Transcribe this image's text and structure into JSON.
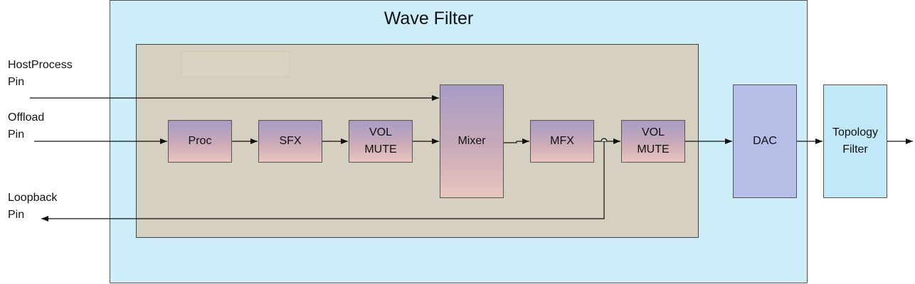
{
  "wave_filter": {
    "title": "Wave Filter"
  },
  "pins": {
    "host_process": [
      "HostProcess",
      "Pin"
    ],
    "offload": [
      "Offload",
      "Pin"
    ],
    "loopback": [
      "Loopback",
      "Pin"
    ]
  },
  "blocks": {
    "proc": "Proc",
    "sfx": "SFX",
    "vol_mute_1": [
      "VOL",
      "MUTE"
    ],
    "mixer": "Mixer",
    "mfx": "MFX",
    "vol_mute_2": [
      "VOL",
      "MUTE"
    ],
    "dac": "DAC",
    "topology": [
      "Topology",
      "Filter"
    ]
  },
  "colors": {
    "wave_filter_bg": "#cdeef9",
    "inner_bg": "#d5d0bf",
    "dac_bg": "#b6bde6",
    "topology_bg": "#c1e8f6"
  }
}
